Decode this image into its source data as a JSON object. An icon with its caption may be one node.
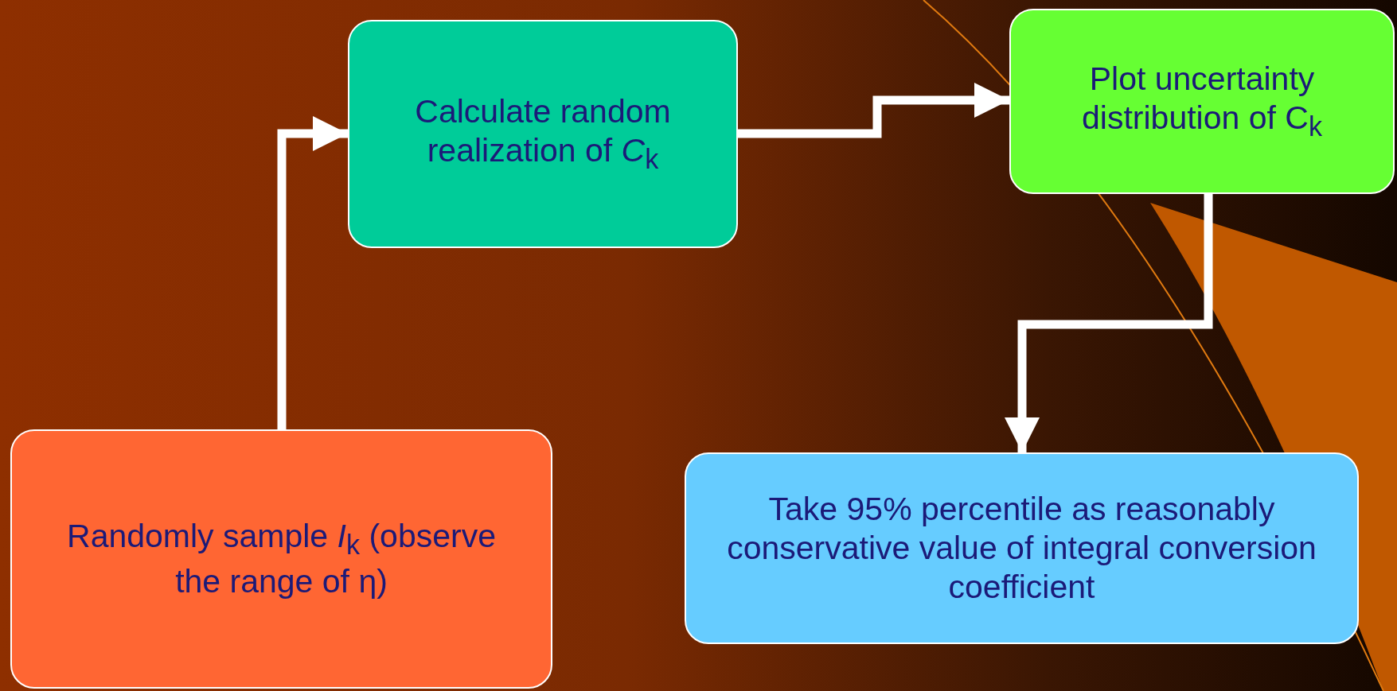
{
  "diagram": {
    "nodes": [
      {
        "text": [
          "Randomly sample *I*$_{k}$ (observe the range of η)"
        ]
      },
      {
        "text": [
          "Calculate random realization of *C*$_{k}$"
        ]
      },
      {
        "text": [
          "Plot uncertainty distribution of C$_{k}$"
        ]
      },
      {
        "text": [
          "Take 95% percentile as reasonably conservative value of integral conversion coefficient"
        ]
      }
    ],
    "edges": [
      {
        "from": 0,
        "to": 1,
        "arrow": "to"
      },
      {
        "from": 1,
        "to": 2,
        "arrow": "to"
      },
      {
        "from": 2,
        "to": 3,
        "arrow": "to"
      }
    ]
  }
}
